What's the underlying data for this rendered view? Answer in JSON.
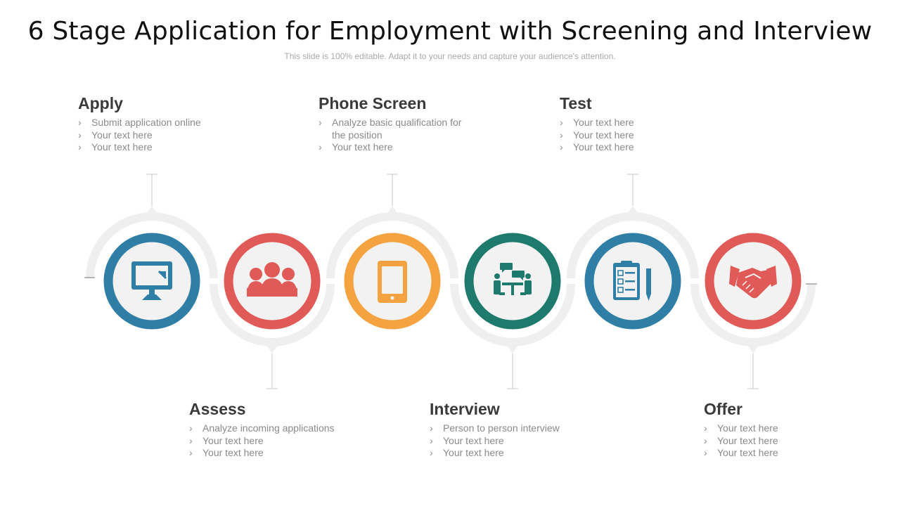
{
  "title": "6 Stage Application for Employment with Screening and Interview",
  "subtitle": "This slide is 100% editable. Adapt it to your needs and capture your audience's attention.",
  "colors": {
    "blue": "#2e7ea6",
    "red": "#e05a58",
    "orange": "#f4a340",
    "teal": "#1e7a6c",
    "track": "#efefef",
    "icon_bg": "#f2f2f2"
  },
  "stages": [
    {
      "heading": "Apply",
      "bullets": [
        "Submit application online",
        "Your text here",
        "Your text here"
      ],
      "icon": "computer-cursor-icon",
      "color": "#2e7ea6"
    },
    {
      "heading": "Assess",
      "bullets": [
        "Analyze incoming applications",
        "Your text here",
        "Your text here"
      ],
      "icon": "group-people-icon",
      "color": "#e05a58"
    },
    {
      "heading": "Phone Screen",
      "bullets": [
        "Analyze basic qualification for the position",
        "Your text here"
      ],
      "icon": "tablet-phone-icon",
      "color": "#f4a340"
    },
    {
      "heading": "Interview",
      "bullets": [
        "Person to person interview",
        "Your text here",
        "Your text here"
      ],
      "icon": "meeting-table-icon",
      "color": "#1e7a6c"
    },
    {
      "heading": "Test",
      "bullets": [
        "Your text here",
        "Your text here",
        "Your text here"
      ],
      "icon": "clipboard-checklist-icon",
      "color": "#2e7ea6"
    },
    {
      "heading": "Offer",
      "bullets": [
        "Your text here",
        "Your text here",
        "Your text here"
      ],
      "icon": "handshake-icon",
      "color": "#e05a58"
    }
  ]
}
